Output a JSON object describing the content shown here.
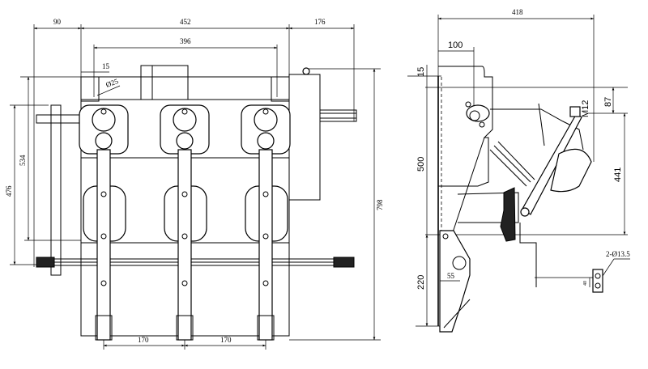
{
  "front_view": {
    "dims": {
      "left_offset": "90",
      "frame_width": "452",
      "right_offset": "176",
      "mount_span": "396",
      "edge_offset": "15",
      "hole_dia": "Ø25",
      "height_inner": "534",
      "height_mount": "476",
      "height_total": "798",
      "pole_pitch_1": "170",
      "pole_pitch_2": "170"
    }
  },
  "side_view": {
    "dims": {
      "depth_total": "418",
      "top_offset": "100",
      "top_edge": "15",
      "frame_height": "500",
      "lower_height": "220",
      "bolt_offset": "87",
      "arm_height": "441",
      "bolt_thread": "M12",
      "hinge_offset": "55",
      "mount_holes": "2-Ø13.5",
      "hole_pitch": "40"
    }
  }
}
